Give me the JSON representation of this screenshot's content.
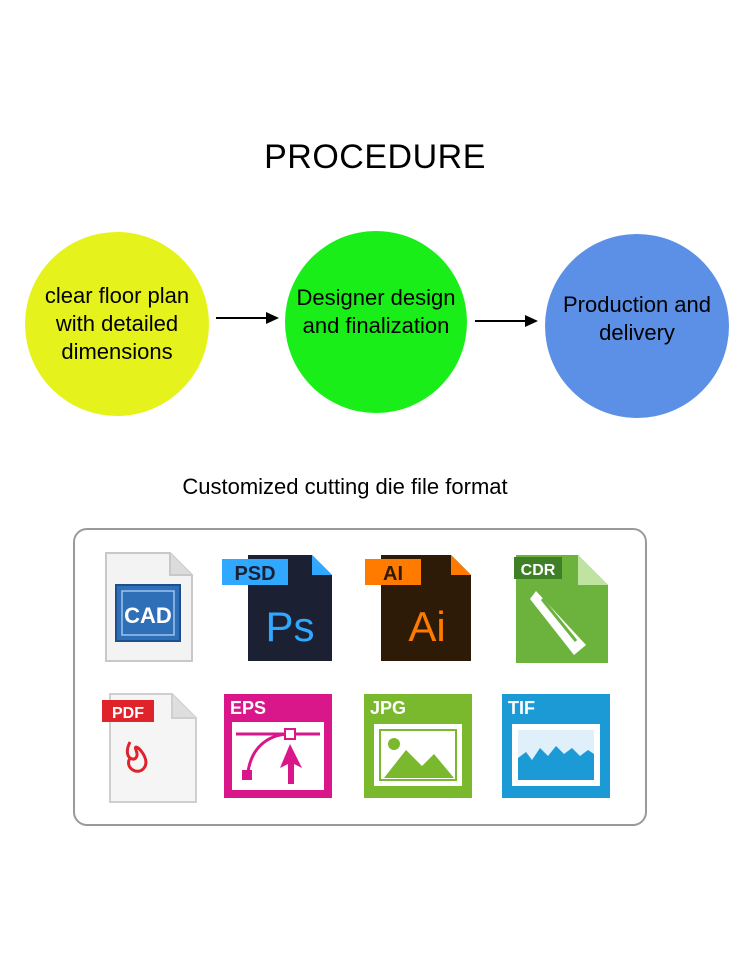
{
  "title": "PROCEDURE",
  "steps": [
    {
      "label": "clear floor plan with detailed dimensions",
      "color": "#e6f21b"
    },
    {
      "label": "Designer design and finalization",
      "color": "#19ee19"
    },
    {
      "label": "Production and delivery",
      "color": "#5b90e6"
    }
  ],
  "subtitle": "Customized cutting die file format",
  "formats": [
    {
      "tag": "CAD",
      "icon": "cad-file-icon"
    },
    {
      "tag": "PSD",
      "glyph": "Ps",
      "icon": "psd-file-icon",
      "color": "#1b2033",
      "accent": "#31a8ff"
    },
    {
      "tag": "AI",
      "glyph": "Ai",
      "icon": "ai-file-icon",
      "color": "#2d1a07",
      "accent": "#ff7b00"
    },
    {
      "tag": "CDR",
      "icon": "cdr-file-icon",
      "color": "#6bb33c"
    },
    {
      "tag": "PDF",
      "icon": "pdf-file-icon",
      "color": "#e0222a"
    },
    {
      "tag": "EPS",
      "icon": "eps-file-icon",
      "color": "#d9168a"
    },
    {
      "tag": "JPG",
      "icon": "jpg-file-icon",
      "color": "#7ab82e"
    },
    {
      "tag": "TIF",
      "icon": "tif-file-icon",
      "color": "#1c9ad6"
    }
  ]
}
